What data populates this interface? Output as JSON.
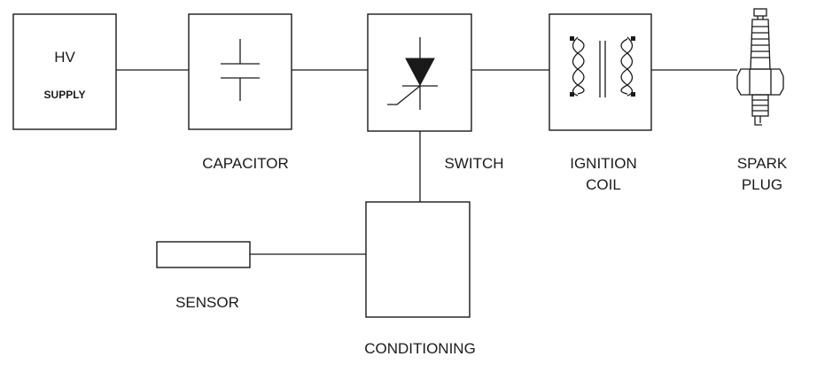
{
  "hv_supply": {
    "line1": "HV",
    "line2": "SUPPLY"
  },
  "capacitor": {
    "label": "CAPACITOR"
  },
  "switch": {
    "label": "SWITCH"
  },
  "ignition_coil": {
    "line1": "IGNITION",
    "line2": "COIL"
  },
  "spark_plug": {
    "line1": "SPARK",
    "line2": "PLUG"
  },
  "sensor": {
    "label": "SENSOR"
  },
  "conditioning": {
    "label": "CONDITIONING"
  },
  "colors": {
    "stroke": "#1a1a1a",
    "background": "#ffffff"
  },
  "icons": {
    "capacitor": "capacitor-symbol-icon",
    "switch": "thyristor-symbol-icon",
    "coil": "transformer-symbol-icon",
    "plug": "spark-plug-icon"
  }
}
